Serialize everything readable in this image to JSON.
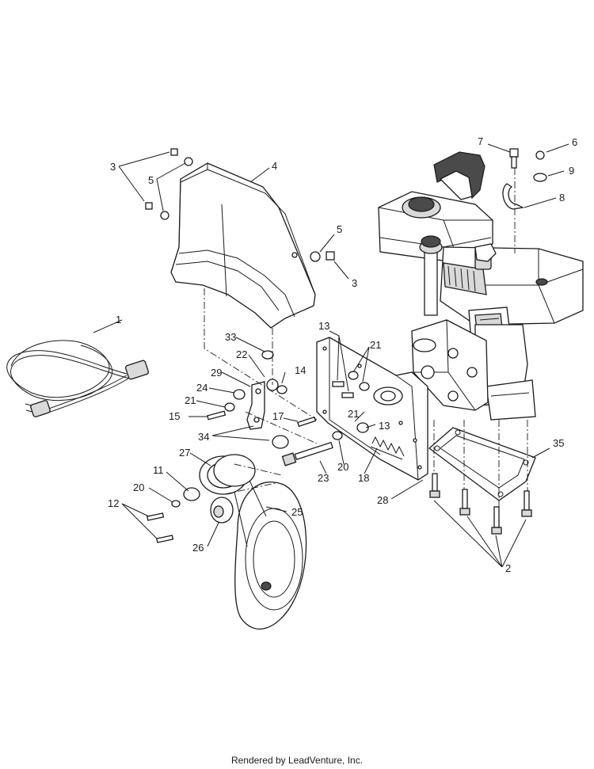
{
  "callouts": [
    {
      "id": "1",
      "text": "1"
    },
    {
      "id": "2",
      "text": "2"
    },
    {
      "id": "3a",
      "text": "3"
    },
    {
      "id": "3b",
      "text": "3"
    },
    {
      "id": "4",
      "text": "4"
    },
    {
      "id": "5a",
      "text": "5"
    },
    {
      "id": "5b",
      "text": "5"
    },
    {
      "id": "6",
      "text": "6"
    },
    {
      "id": "7",
      "text": "7"
    },
    {
      "id": "8",
      "text": "8"
    },
    {
      "id": "9",
      "text": "9"
    },
    {
      "id": "11",
      "text": "11"
    },
    {
      "id": "12",
      "text": "12"
    },
    {
      "id": "13a",
      "text": "13"
    },
    {
      "id": "13b",
      "text": "13"
    },
    {
      "id": "14",
      "text": "14"
    },
    {
      "id": "15",
      "text": "15"
    },
    {
      "id": "17",
      "text": "17"
    },
    {
      "id": "18",
      "text": "18"
    },
    {
      "id": "20a",
      "text": "20"
    },
    {
      "id": "20b",
      "text": "20"
    },
    {
      "id": "21a",
      "text": "21"
    },
    {
      "id": "21b",
      "text": "21"
    },
    {
      "id": "21c",
      "text": "21"
    },
    {
      "id": "22",
      "text": "22"
    },
    {
      "id": "23",
      "text": "23"
    },
    {
      "id": "24",
      "text": "24"
    },
    {
      "id": "25",
      "text": "25"
    },
    {
      "id": "26",
      "text": "26"
    },
    {
      "id": "27",
      "text": "27"
    },
    {
      "id": "28",
      "text": "28"
    },
    {
      "id": "29",
      "text": "29"
    },
    {
      "id": "33",
      "text": "33"
    },
    {
      "id": "34",
      "text": "34"
    },
    {
      "id": "35",
      "text": "35"
    }
  ],
  "footer": "Rendered by LeadVenture, Inc."
}
